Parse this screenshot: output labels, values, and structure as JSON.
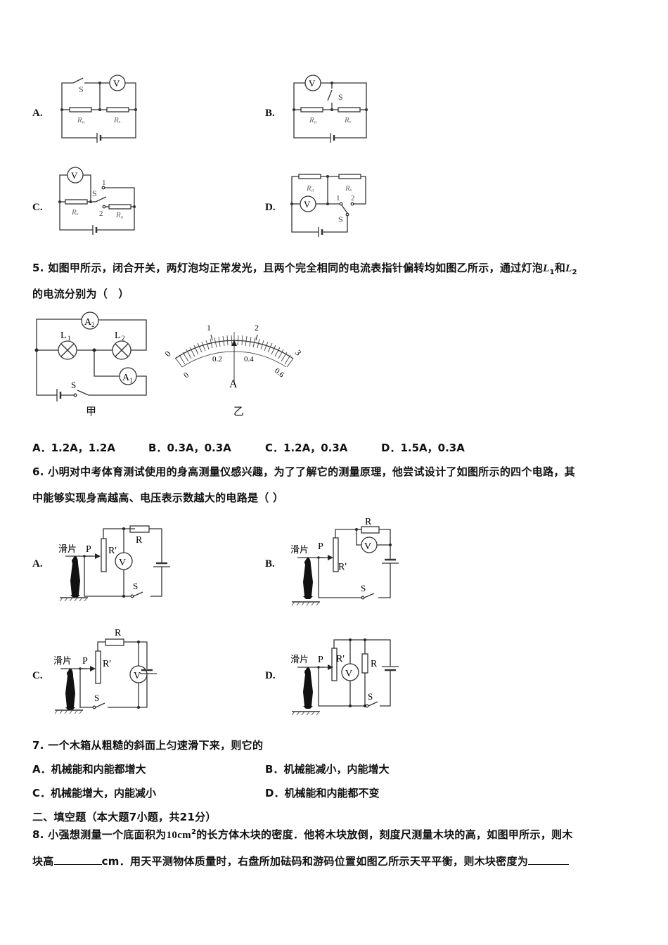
{
  "q4_options": {
    "A": {
      "label": "A.",
      "switch": "S",
      "resistors": [
        "R₀",
        "Rₓ"
      ],
      "meter": "V"
    },
    "B": {
      "label": "B.",
      "switch": "S",
      "resistors": [
        "R₀",
        "Rₓ"
      ],
      "meter": "V"
    },
    "C": {
      "label": "C.",
      "switch": "S",
      "resistors": [
        "Rₓ",
        "R₀"
      ],
      "meter": "V",
      "terminals": [
        "1",
        "2"
      ]
    },
    "D": {
      "label": "D.",
      "switch": "S",
      "resistors": [
        "R₀",
        "Rₓ"
      ],
      "meter": "V",
      "terminals": [
        "1",
        "2"
      ]
    }
  },
  "q5": {
    "number": "5.",
    "text_line1": "如图甲所示，闭合开关，两灯泡均正常发光，且两个完全相同的电流表指针偏转均如图乙所示，通过灯泡",
    "L1": "L",
    "L1_sub": "1",
    "and": "和",
    "L2": "L",
    "L2_sub": "2",
    "text_line2": "的电流分别为（　）",
    "figure_jia": {
      "caption": "甲",
      "lamps": [
        {
          "label": "L",
          "sub": "1"
        },
        {
          "label": "L",
          "sub": "2"
        }
      ],
      "ammeters": [
        {
          "label": "A",
          "sub": "2"
        },
        {
          "label": "A",
          "sub": "1"
        }
      ],
      "switch": "S"
    },
    "figure_yi": {
      "caption": "乙",
      "unit": "A",
      "outer_scale": [
        "0",
        "1",
        "2",
        "3"
      ],
      "inner_scale": [
        "0",
        "0.2",
        "0.4",
        "0.6"
      ]
    },
    "choices": [
      {
        "label": "A．",
        "text": "1.2A，1.2A"
      },
      {
        "label": "B．",
        "text": "0.3A，0.3A"
      },
      {
        "label": "C．",
        "text": "1.2A，0.3A"
      },
      {
        "label": "D．",
        "text": "1.5A，0.3A"
      }
    ]
  },
  "q6": {
    "number": "6.",
    "text_line1": "小明对中考体育测试使用的身高测量仪感兴趣，为了了解它的测量原理，他尝试设计了如图所示的四个电路，其",
    "text_line2": "中能够实现身高越高、电压表示数越大的电路是（ ）",
    "options": [
      {
        "label": "A.",
        "slider": "滑片",
        "p": "P",
        "rv": "R'",
        "r": "R",
        "meter": "V",
        "switch": "S"
      },
      {
        "label": "B.",
        "slider": "滑片",
        "p": "P",
        "rv": "R'",
        "r": "R",
        "meter": "V",
        "switch": "S"
      },
      {
        "label": "C.",
        "slider": "滑片",
        "p": "P",
        "rv": "R'",
        "r": "R",
        "meter": "V",
        "switch": "S"
      },
      {
        "label": "D.",
        "slider": "滑片",
        "p": "P",
        "rv": "R'",
        "r": "R",
        "meter": "V",
        "switch": "S"
      }
    ]
  },
  "q7": {
    "number": "7.",
    "text": "一个木箱从粗糙的斜面上匀速滑下来，则它的",
    "choices": [
      {
        "label": "A．",
        "text": "机械能和内能都增大"
      },
      {
        "label": "B．",
        "text": "机械能减小，内能增大"
      },
      {
        "label": "C．",
        "text": "机械能增大，内能减小"
      },
      {
        "label": "D．",
        "text": "机械能和内能都不变"
      }
    ]
  },
  "section2": {
    "title": "二、填空题（本大题7小题，共21分）"
  },
  "q8": {
    "number": "8.",
    "text_a": "小强想测量一个底面积为",
    "area": "10cm",
    "area_sup": "2",
    "text_b": "的长方体木块的密度．他将木块放倒，刻度尺测量木块的高，如图甲所示，则木",
    "text_c": "块高",
    "text_d": "cm．用天平测物体质量时，右盘所加砝码和游码位置如图乙所示天平平衡，则木块密度为"
  }
}
